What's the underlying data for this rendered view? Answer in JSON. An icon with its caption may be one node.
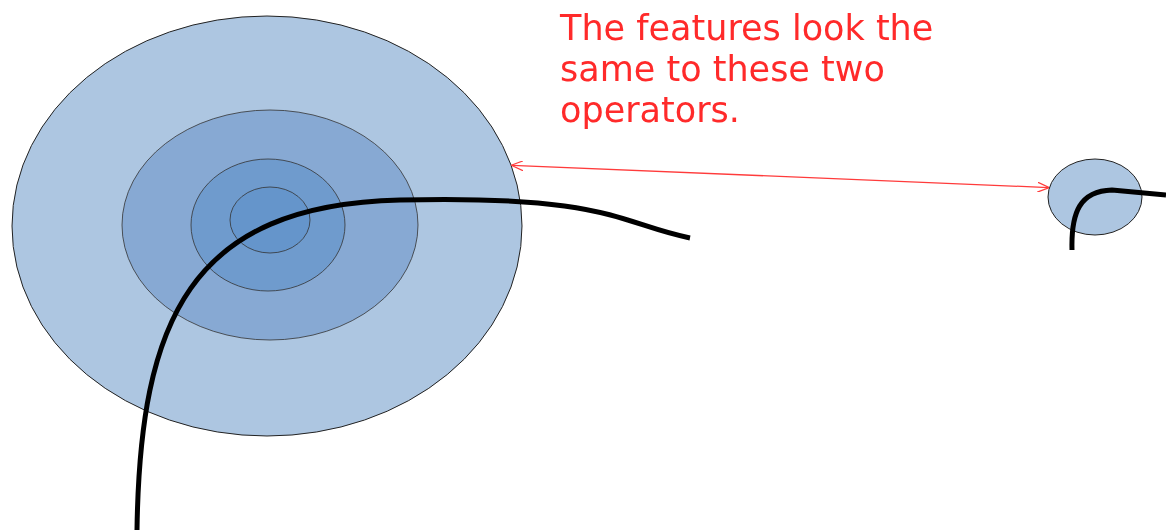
{
  "diagram": {
    "nodes": [
      {
        "text": [],
        "shape": "circle"
      },
      {
        "text": [],
        "shape": "circle"
      }
    ],
    "edges": [
      {
        "from": 0,
        "to": 1,
        "arrow": "both",
        "color": "#ff3b3b"
      }
    ],
    "labels": [
      "The features look the same to these two operators."
    ]
  }
}
